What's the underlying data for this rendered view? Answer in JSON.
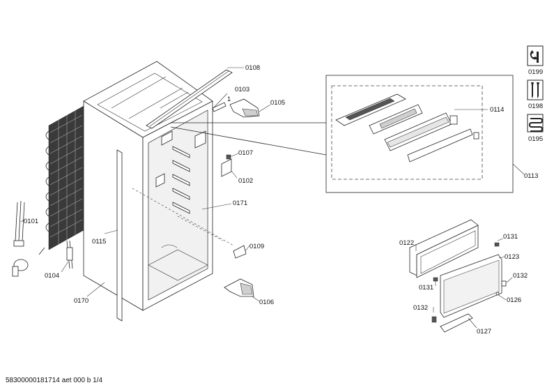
{
  "diagram": {
    "labels": {
      "p0108": "0108",
      "p0103": "0103",
      "p0105": "0105",
      "p0107": "0107",
      "p0102": "0102",
      "p0171": "0171",
      "p0109": "0109",
      "p0106": "0106",
      "p0115": "0115",
      "p0170": "0170",
      "p0101": "0101",
      "p0104": "0104",
      "p0114": "0114",
      "p0113": "0113",
      "p0122": "0122",
      "p0131a": "0131",
      "p0123": "0123",
      "p0131b": "0131",
      "p0132a": "0132",
      "p0126": "0126",
      "p0132b": "0132",
      "p0127": "0127",
      "callout1": "1"
    },
    "legend": [
      {
        "code": "0199",
        "icon": "tools-icon"
      },
      {
        "code": "0198",
        "icon": "screws-icon"
      },
      {
        "code": "0195",
        "icon": "heating-coil-icon"
      }
    ]
  },
  "footer": {
    "doc_id": "58300000181714 aet 000 b 1/4"
  }
}
